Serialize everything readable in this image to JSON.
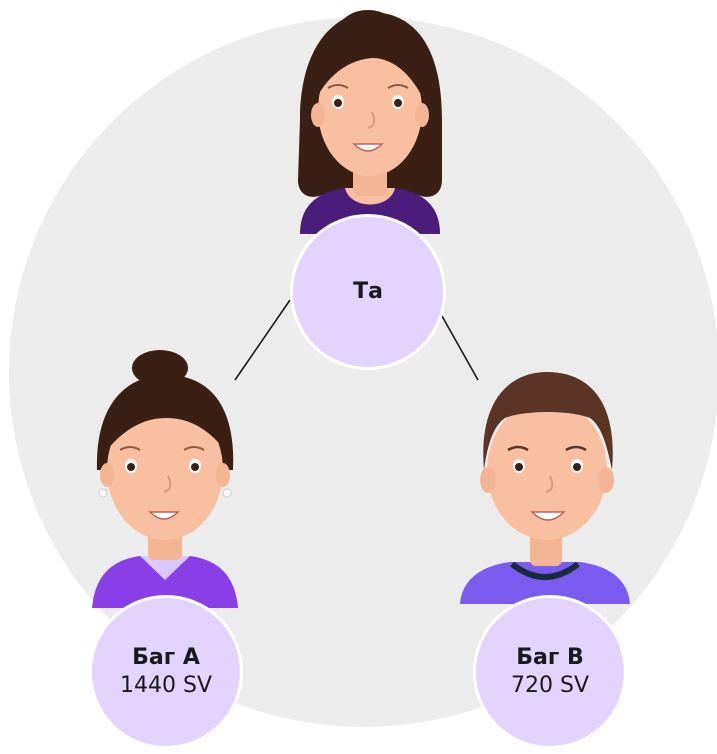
{
  "colors": {
    "background_circle": "#ececec",
    "node_fill": "#e2d3ff",
    "node_border": "#ffffff",
    "connector": "#1a1a1a",
    "skin": "#f8c0a0",
    "dark_hair": "#3a1f14",
    "brown_hair": "#5a3425",
    "dark_purple": "#4b1d7a",
    "bright_purple": "#8a3ee8",
    "blue_purple": "#7a5cf0"
  },
  "tree": {
    "top": {
      "name": "Та"
    },
    "left": {
      "name": "Баг A",
      "value": "1440 SV"
    },
    "right": {
      "name": "Баг B",
      "value": "720 SV"
    }
  },
  "avatars": {
    "top": "woman-bob-hair-avatar",
    "left": "woman-bun-hair-avatar",
    "right": "man-short-hair-avatar"
  }
}
